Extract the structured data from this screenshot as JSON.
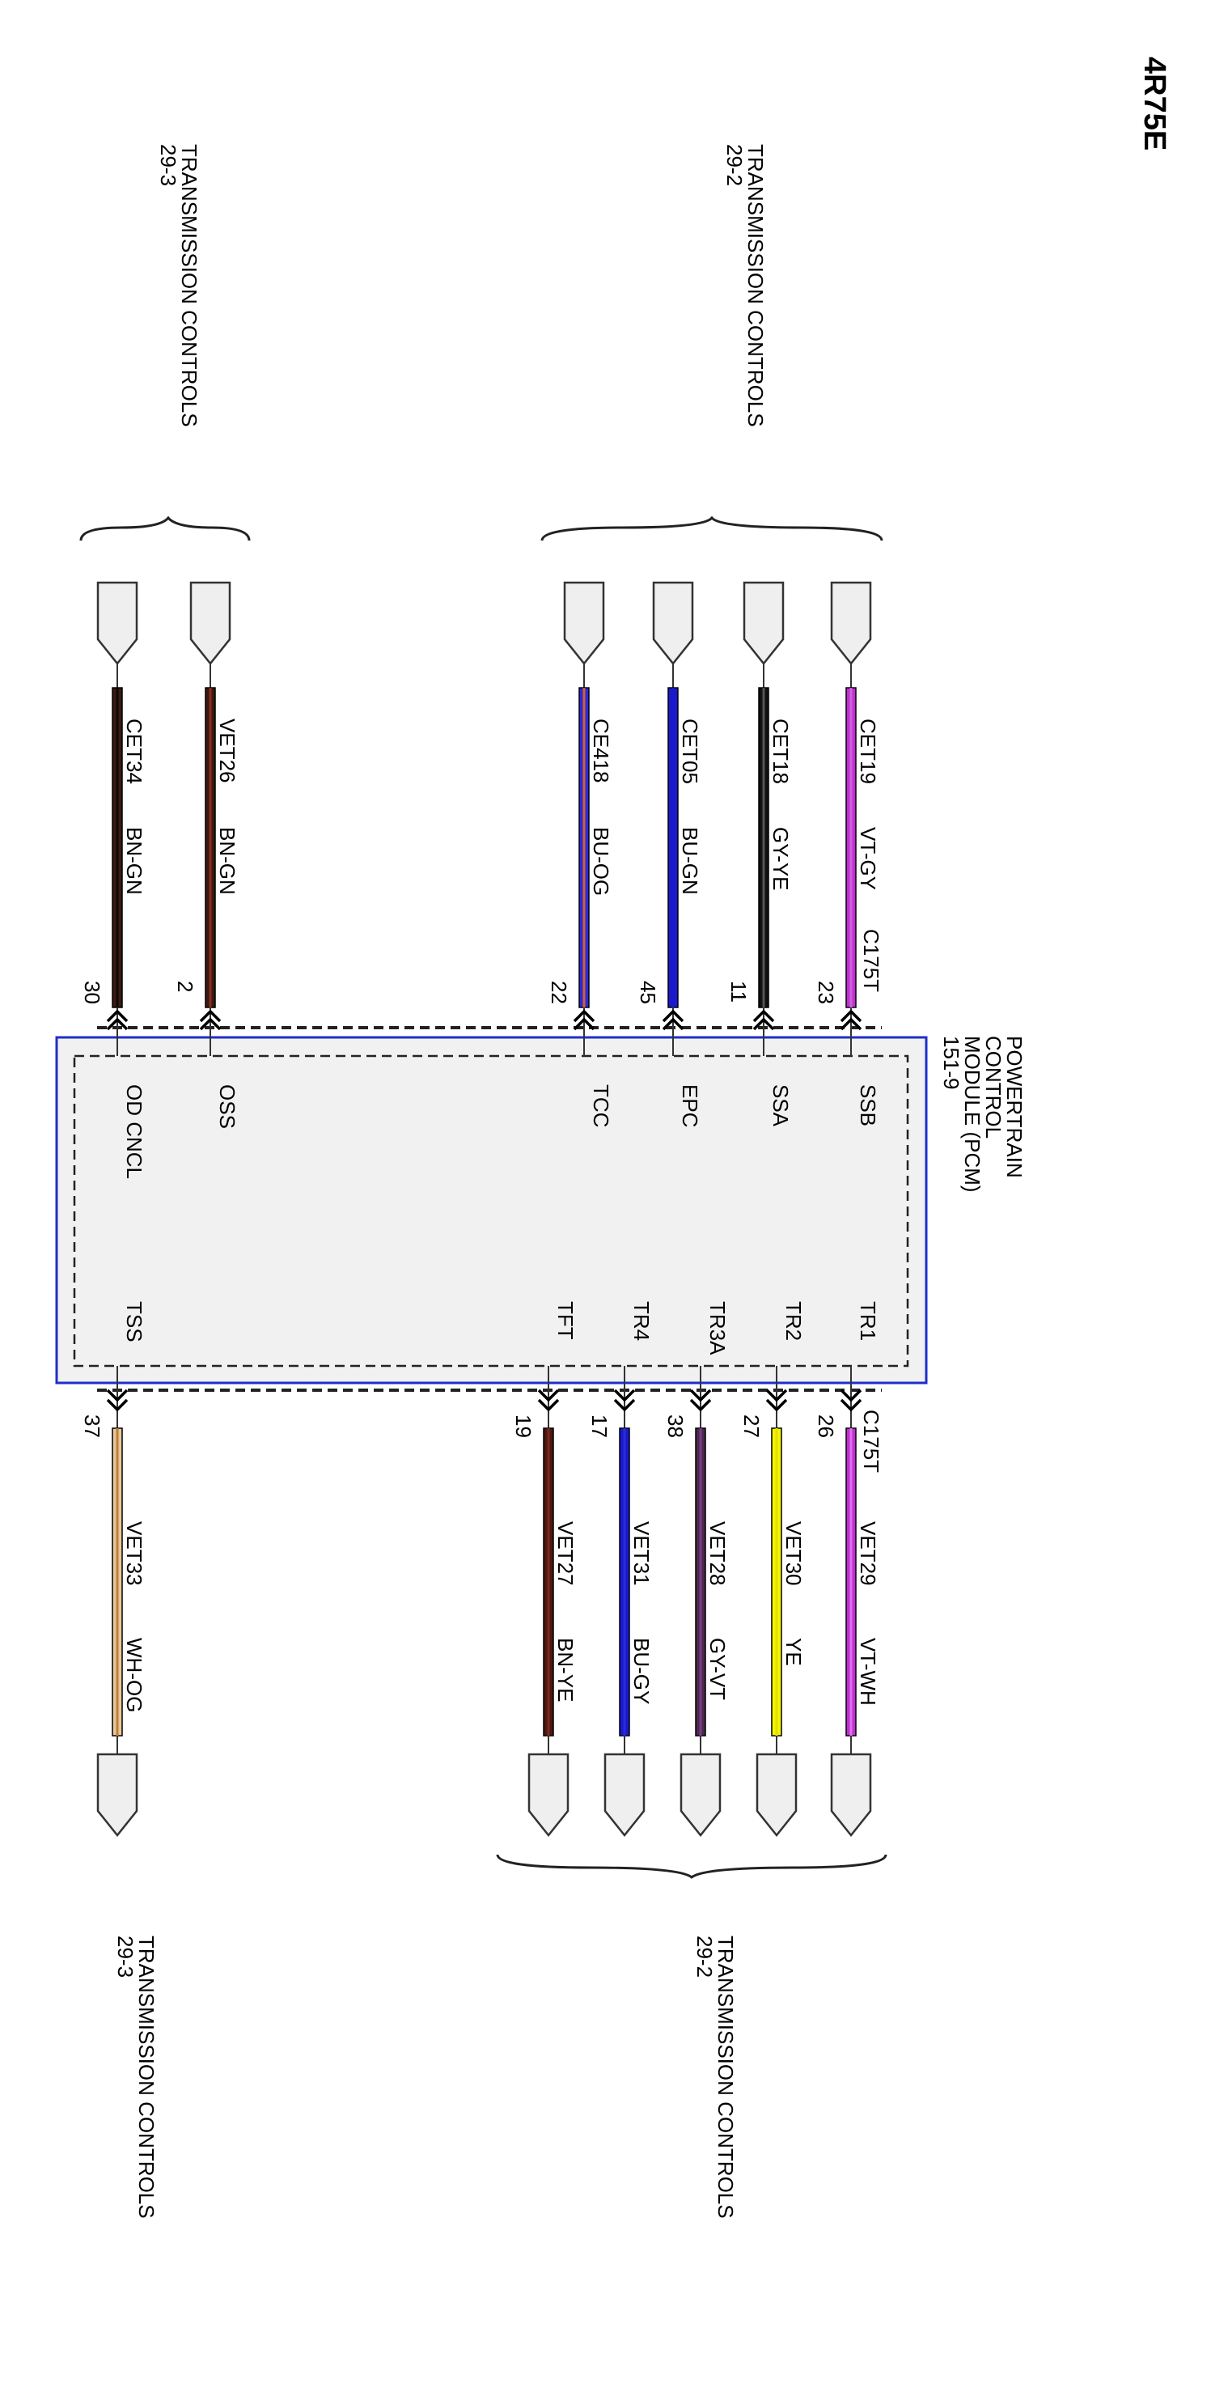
{
  "title": "4R75E",
  "module": {
    "name_lines": [
      "POWERTRAIN",
      "CONTROL",
      "MODULE (PCM)"
    ],
    "ref": "151-9",
    "fill": "#f1f1f1",
    "border_color": "#1f2fc8"
  },
  "connector": "C175T",
  "groups": [
    {
      "lines": [
        "TRANSMISSION CONTROLS",
        "29-3"
      ]
    },
    {
      "lines": [
        "TRANSMISSION CONTROLS",
        "29-2"
      ]
    },
    {
      "lines": [
        "TRANSMISSION CONTROLS",
        "29-3"
      ]
    },
    {
      "lines": [
        "TRANSMISSION CONTROLS",
        "29-2"
      ]
    }
  ],
  "top_wires": [
    {
      "pin": "30",
      "signal": "OD CNCL",
      "circuit": "CET34",
      "color_label": "BN-GN",
      "colors": [
        "#3a1a12",
        "#0a0a0a"
      ]
    },
    {
      "pin": "2",
      "signal": "OSS",
      "circuit": "VET26",
      "color_label": "BN-GN",
      "colors": [
        "#3a1a12",
        "#8a2d1e"
      ]
    },
    {
      "pin": "22",
      "signal": "TCC",
      "circuit": "CE418",
      "color_label": "BU-OG",
      "colors": [
        "#2a2ad8",
        "#d8602a"
      ]
    },
    {
      "pin": "45",
      "signal": "EPC",
      "circuit": "CET05",
      "color_label": "BU-GN",
      "colors": [
        "#1a1acc",
        "#1a1acc"
      ]
    },
    {
      "pin": "11",
      "signal": "SSA",
      "circuit": "CET18",
      "color_label": "GY-YE",
      "colors": [
        "#111111",
        "#555555"
      ]
    },
    {
      "pin": "23",
      "signal": "SSB",
      "circuit": "CET19",
      "color_label": "VT-GY",
      "colors": [
        "#c030d0",
        "#d060e0"
      ]
    }
  ],
  "bottom_wires": [
    {
      "pin": "37",
      "signal": "TSS",
      "circuit": "VET33",
      "color_label": "WH-OG",
      "colors": [
        "#e8c8a0",
        "#c08030"
      ]
    },
    {
      "pin": "19",
      "signal": "TFT",
      "circuit": "VET27",
      "color_label": "BN-YE",
      "colors": [
        "#4a1a12",
        "#7a2a1a"
      ]
    },
    {
      "pin": "17",
      "signal": "TR4",
      "circuit": "VET31",
      "color_label": "BU-GY",
      "colors": [
        "#1a1acc",
        "#2a2ad8"
      ]
    },
    {
      "pin": "38",
      "signal": "TR3A",
      "circuit": "VET28",
      "color_label": "GY-VT",
      "colors": [
        "#4a2a4a",
        "#7a3a8a"
      ]
    },
    {
      "pin": "27",
      "signal": "TR2",
      "circuit": "VET30",
      "color_label": "YE",
      "colors": [
        "#f5f500",
        "#e0e000"
      ]
    },
    {
      "pin": "26",
      "signal": "TR1",
      "circuit": "VET29",
      "color_label": "VT-WH",
      "colors": [
        "#c030d0",
        "#e070f0"
      ]
    }
  ]
}
